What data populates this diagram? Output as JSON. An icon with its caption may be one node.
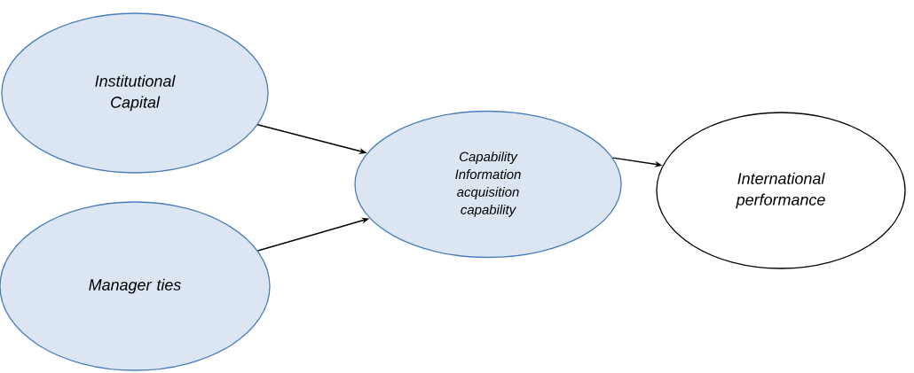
{
  "diagram": {
    "nodes": [
      {
        "text": [
          "Institutional Capital"
        ]
      },
      {
        "text": [
          "Manager ties"
        ]
      },
      {
        "text": [
          "Capability Information acquisition capability"
        ]
      },
      {
        "text": [
          "International performance"
        ]
      }
    ],
    "edges": [
      {
        "from": 0,
        "to": 2,
        "arrow": "to"
      },
      {
        "from": 1,
        "to": 2,
        "arrow": "to"
      },
      {
        "from": 2,
        "to": 3,
        "arrow": "to"
      }
    ]
  }
}
